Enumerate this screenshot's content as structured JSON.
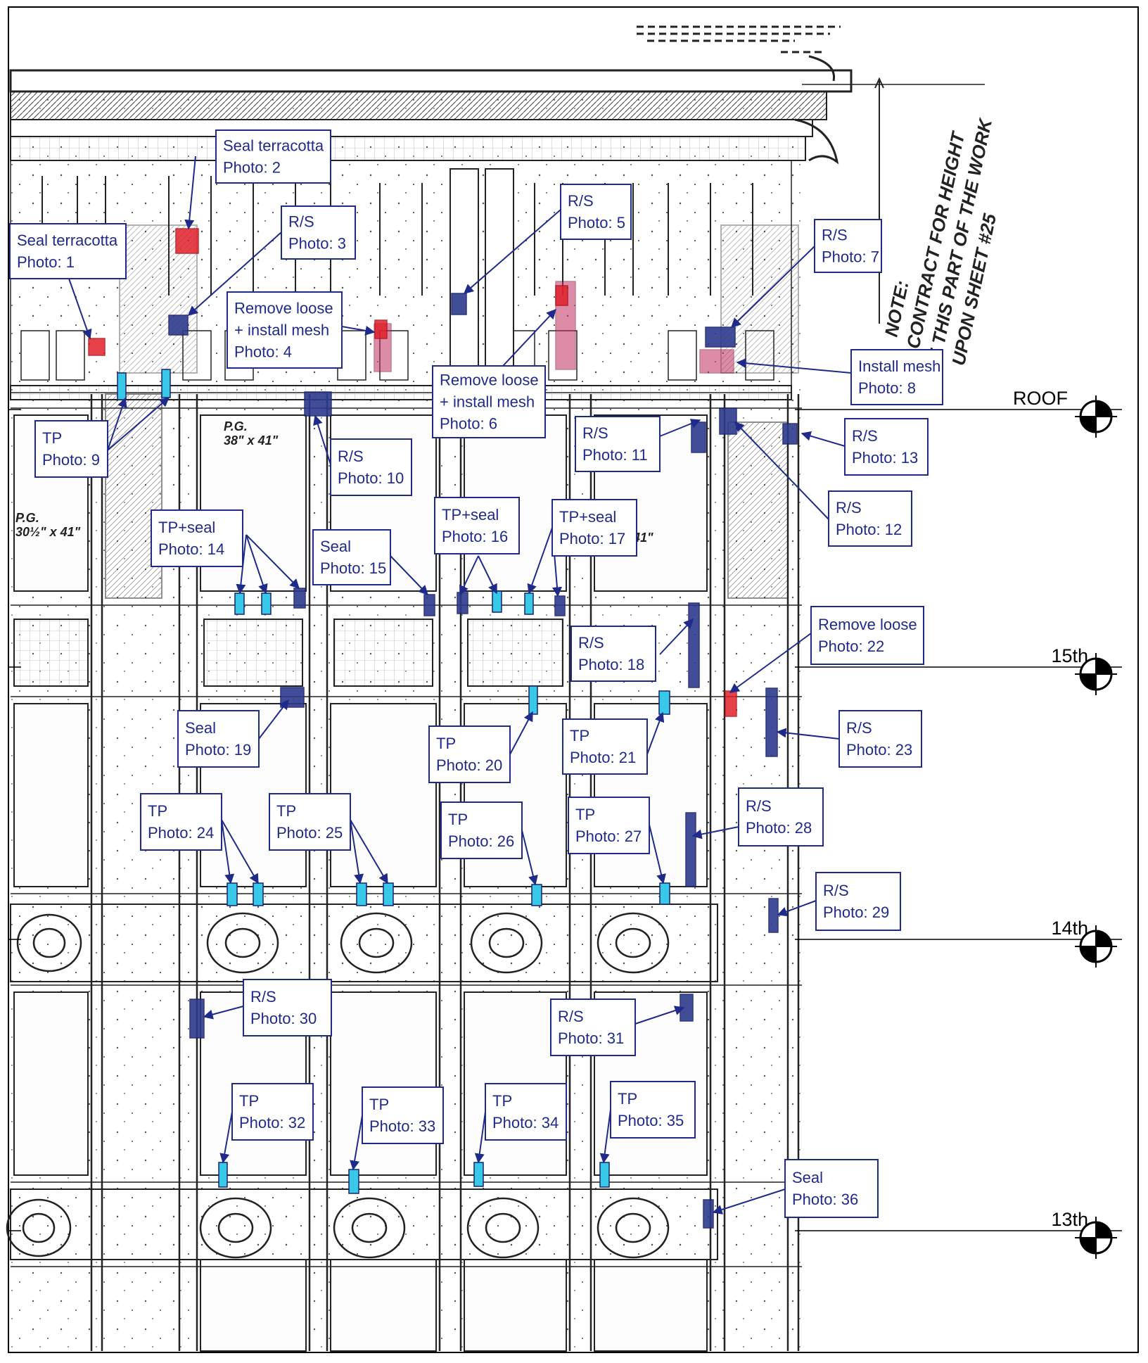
{
  "colors": {
    "callout_text": "#1f2a8a",
    "callout_border": "#1f2a8a",
    "repair_repoint": "#2e3a8c",
    "repair_tp": "#38c8e8",
    "repair_seal_terracotta": "#e0202a",
    "repair_mesh": "#c03060",
    "drawing_ink": "#222222"
  },
  "levels": [
    {
      "label": "ROOF"
    },
    {
      "label": "15th"
    },
    {
      "label": "14th"
    },
    {
      "label": "13th"
    }
  ],
  "notes": {
    "vertical_note": [
      "NOTE:",
      "CONTRACT FOR HEIGHT",
      "OF THIS PART OF THE WORK",
      "UPON SHEET #25"
    ],
    "sheet_marks": [
      "P.G.",
      "38\" x 41\"",
      "P.G.",
      "30½\" x 41\"",
      "41\""
    ]
  },
  "callouts": [
    {
      "line1": "Seal terracotta",
      "line2": "Photo: 1"
    },
    {
      "line1": "Seal terracotta",
      "line2": "Photo: 2"
    },
    {
      "line1": "R/S",
      "line2": "Photo: 3"
    },
    {
      "line1": "Remove loose",
      "line1b": "+ install mesh",
      "line2": "Photo: 4"
    },
    {
      "line1": "R/S",
      "line2": "Photo: 5"
    },
    {
      "line1": "Remove loose",
      "line1b": "+ install mesh",
      "line2": "Photo: 6"
    },
    {
      "line1": "R/S",
      "line2": "Photo: 7"
    },
    {
      "line1": "Install mesh",
      "line2": "Photo: 8"
    },
    {
      "line1": "TP",
      "line2": "Photo: 9"
    },
    {
      "line1": "R/S",
      "line2": "Photo: 10"
    },
    {
      "line1": "R/S",
      "line2": "Photo: 11"
    },
    {
      "line1": "R/S",
      "line2": "Photo: 12"
    },
    {
      "line1": "R/S",
      "line2": "Photo: 13"
    },
    {
      "line1": "TP+seal",
      "line2": "Photo: 14"
    },
    {
      "line1": "Seal",
      "line2": "Photo: 15"
    },
    {
      "line1": "TP+seal",
      "line2": "Photo: 16"
    },
    {
      "line1": "TP+seal",
      "line2": "Photo: 17"
    },
    {
      "line1": "R/S",
      "line2": "Photo: 18"
    },
    {
      "line1": "Seal",
      "line2": "Photo: 19"
    },
    {
      "line1": "TP",
      "line2": "Photo: 20"
    },
    {
      "line1": "TP",
      "line2": "Photo: 21"
    },
    {
      "line1": "Remove loose",
      "line2": "Photo: 22"
    },
    {
      "line1": "R/S",
      "line2": "Photo: 23"
    },
    {
      "line1": "TP",
      "line2": "Photo: 24"
    },
    {
      "line1": "TP",
      "line2": "Photo: 25"
    },
    {
      "line1": "TP",
      "line2": "Photo: 26"
    },
    {
      "line1": "TP",
      "line2": "Photo: 27"
    },
    {
      "line1": "R/S",
      "line2": "Photo: 28"
    },
    {
      "line1": "R/S",
      "line2": "Photo: 29"
    },
    {
      "line1": "R/S",
      "line2": "Photo: 30"
    },
    {
      "line1": "R/S",
      "line2": "Photo: 31"
    },
    {
      "line1": "TP",
      "line2": "Photo: 32"
    },
    {
      "line1": "TP",
      "line2": "Photo: 33"
    },
    {
      "line1": "TP",
      "line2": "Photo: 34"
    },
    {
      "line1": "TP",
      "line2": "Photo: 35"
    },
    {
      "line1": "Seal",
      "line2": "Photo: 36"
    }
  ]
}
